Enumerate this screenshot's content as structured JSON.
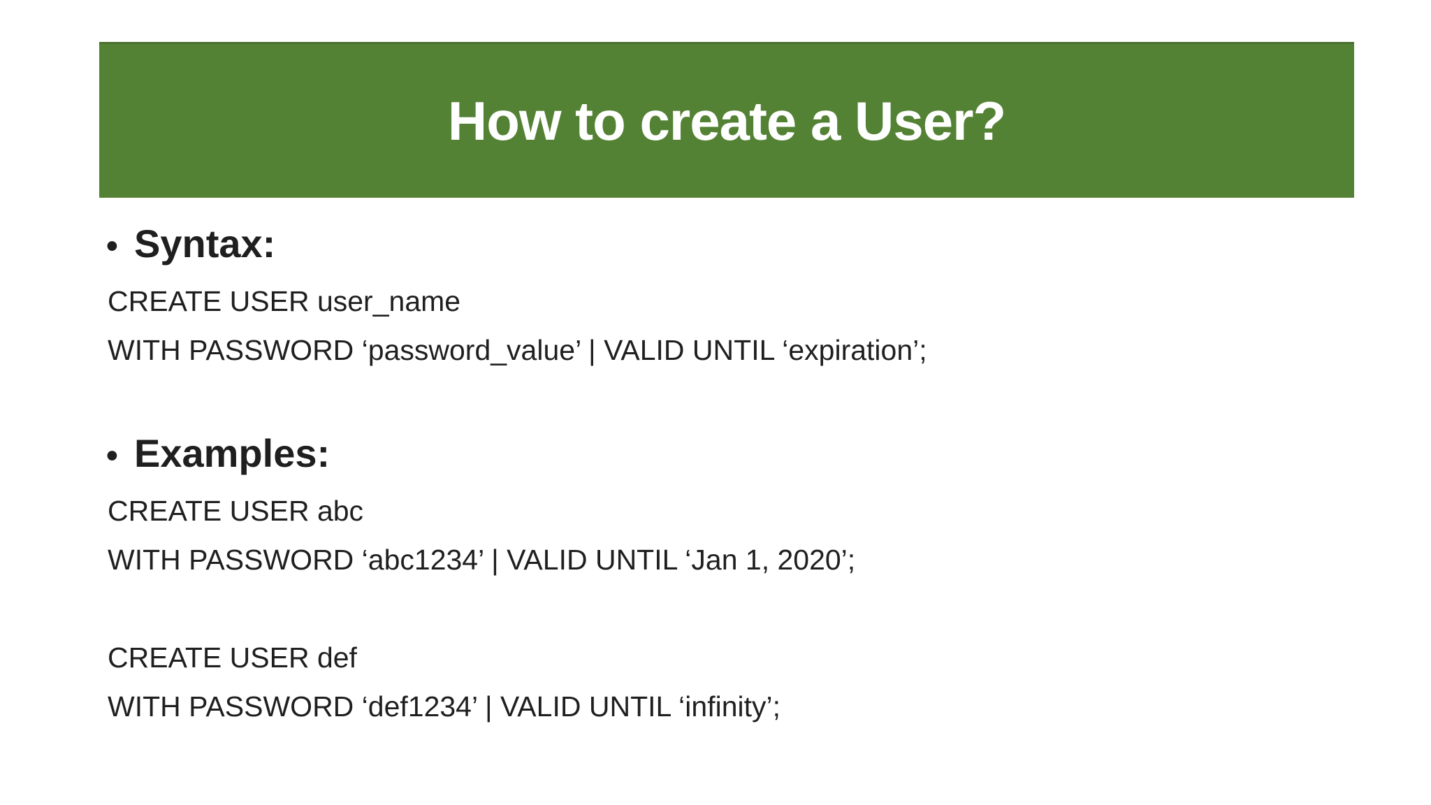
{
  "slide": {
    "title": "How to create a User?",
    "bullet_char": "•",
    "sections": [
      {
        "heading": "Syntax:",
        "lines": [
          "CREATE USER user_name",
          "WITH PASSWORD ‘password_value’ | VALID UNTIL ‘expiration’;"
        ]
      },
      {
        "heading": "Examples:",
        "lines": [
          "CREATE USER abc",
          "WITH PASSWORD ‘abc1234’ | VALID UNTIL ‘Jan 1, 2020’;",
          "CREATE USER def",
          "WITH PASSWORD ‘def1234’ | VALID UNTIL ‘infinity’;"
        ]
      }
    ],
    "colors": {
      "banner_green": "#548235",
      "banner_edge": "#4A7030",
      "title_text": "#FFFFFF",
      "body_text": "#1F1F1F",
      "background": "#FFFFFF"
    }
  }
}
